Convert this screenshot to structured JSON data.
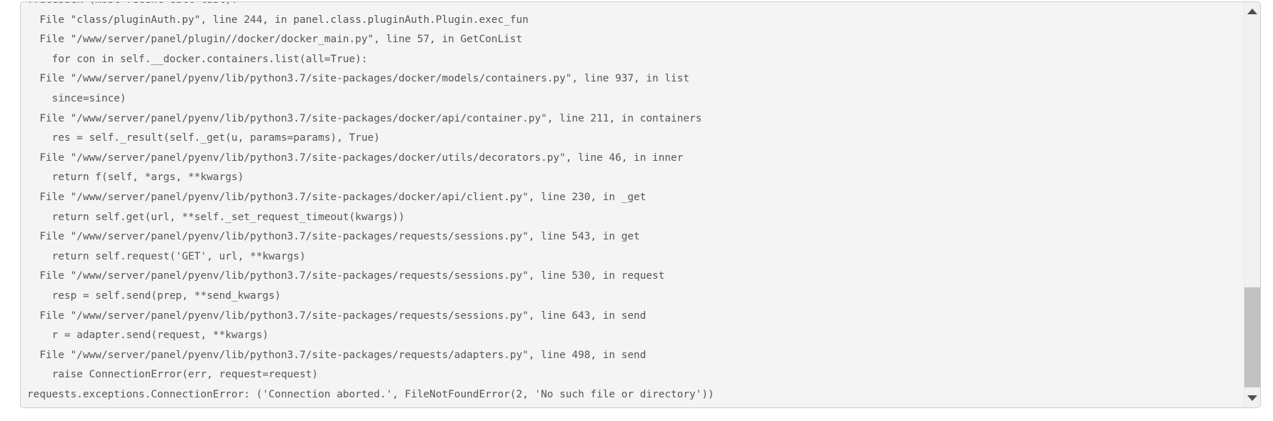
{
  "traceback": {
    "lines": [
      "Traceback (most recent call last):",
      "  File \"class/pluginAuth.py\", line 244, in panel.class.pluginAuth.Plugin.exec_fun",
      "  File \"/www/server/panel/plugin//docker/docker_main.py\", line 57, in GetConList",
      "    for con in self.__docker.containers.list(all=True):",
      "  File \"/www/server/panel/pyenv/lib/python3.7/site-packages/docker/models/containers.py\", line 937, in list",
      "    since=since)",
      "  File \"/www/server/panel/pyenv/lib/python3.7/site-packages/docker/api/container.py\", line 211, in containers",
      "    res = self._result(self._get(u, params=params), True)",
      "  File \"/www/server/panel/pyenv/lib/python3.7/site-packages/docker/utils/decorators.py\", line 46, in inner",
      "    return f(self, *args, **kwargs)",
      "  File \"/www/server/panel/pyenv/lib/python3.7/site-packages/docker/api/client.py\", line 230, in _get",
      "    return self.get(url, **self._set_request_timeout(kwargs))",
      "  File \"/www/server/panel/pyenv/lib/python3.7/site-packages/requests/sessions.py\", line 543, in get",
      "    return self.request('GET', url, **kwargs)",
      "  File \"/www/server/panel/pyenv/lib/python3.7/site-packages/requests/sessions.py\", line 530, in request",
      "    resp = self.send(prep, **send_kwargs)",
      "  File \"/www/server/panel/pyenv/lib/python3.7/site-packages/requests/sessions.py\", line 643, in send",
      "    r = adapter.send(request, **kwargs)",
      "  File \"/www/server/panel/pyenv/lib/python3.7/site-packages/requests/adapters.py\", line 498, in send",
      "    raise ConnectionError(err, request=request)",
      "requests.exceptions.ConnectionError: ('Connection aborted.', FileNotFoundError(2, 'No such file or directory'))"
    ]
  },
  "scrollbar": {
    "up_icon": "triangle-up",
    "down_icon": "triangle-down",
    "thumb_position": "near-bottom"
  },
  "colors": {
    "panel_background": "#f4f4f4",
    "panel_border": "#cccccc",
    "text": "#555555",
    "scrollbar_track": "#f1f1f1",
    "scrollbar_thumb": "#c2c2c2",
    "scrollbar_arrow": "#505050"
  }
}
